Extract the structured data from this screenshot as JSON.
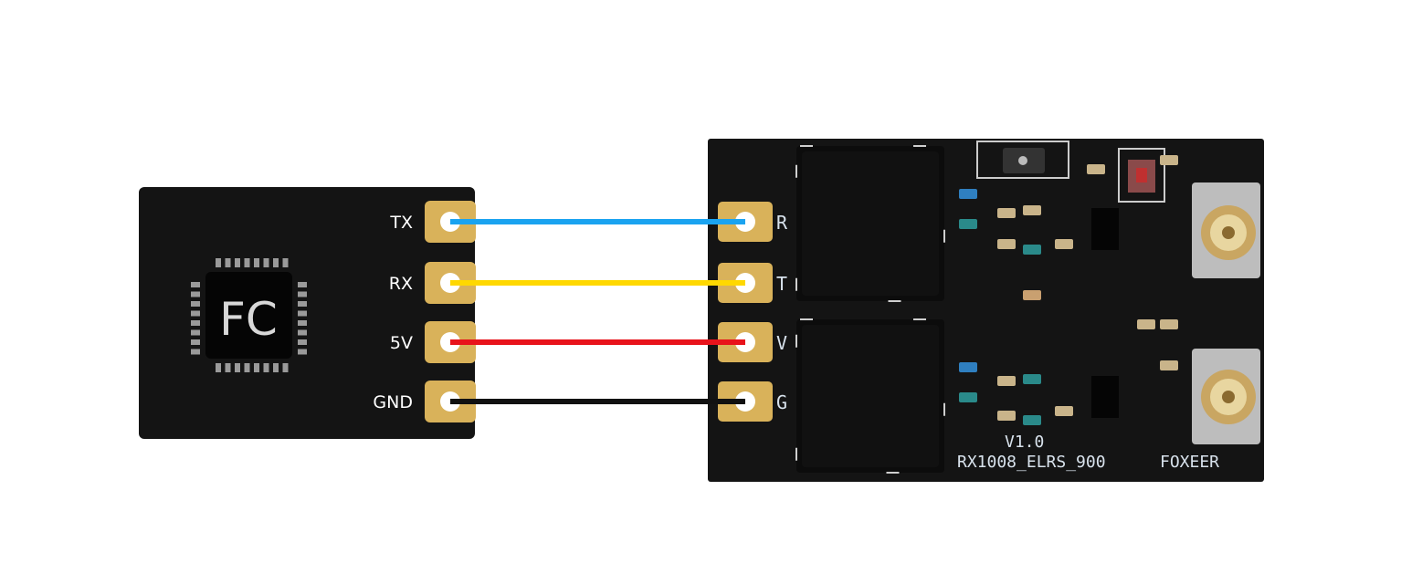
{
  "fc_board": {
    "chip_label": "FC",
    "pins": [
      {
        "label": "TX",
        "wire_color": "#1aa3f0"
      },
      {
        "label": "RX",
        "wire_color": "#ffd800"
      },
      {
        "label": "5V",
        "wire_color": "#e8131b"
      },
      {
        "label": "GND",
        "wire_color": "#111111"
      }
    ]
  },
  "receiver_board": {
    "pin_labels": [
      "R",
      "T",
      "V",
      "G"
    ],
    "version": "V1.0",
    "model": "RX1008_ELRS_900",
    "brand": "FOXEER"
  },
  "colors": {
    "board": "#141414",
    "pad": "#d9b25a"
  }
}
